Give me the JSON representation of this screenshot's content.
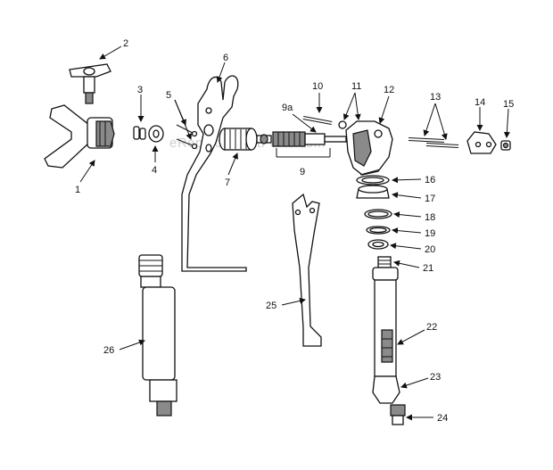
{
  "watermark": "eReplacementParts.com",
  "labels": {
    "l1": "1",
    "l2": "2",
    "l3": "3",
    "l4": "4",
    "l5": "5",
    "l6": "6",
    "l7": "7",
    "l9": "9",
    "l9a": "9a",
    "l10": "10",
    "l11": "11",
    "l12": "12",
    "l13": "13",
    "l14": "14",
    "l15": "15",
    "l16": "16",
    "l17": "17",
    "l18": "18",
    "l19": "19",
    "l20": "20",
    "l21": "21",
    "l22": "22",
    "l23": "23",
    "l24": "24",
    "l25": "25",
    "l26": "26"
  }
}
